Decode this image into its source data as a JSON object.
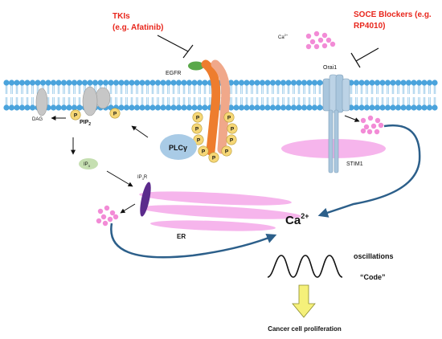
{
  "drugs": {
    "tki": {
      "line1": "TKIs",
      "line2": "(e.g. Afatinib)"
    },
    "soce": {
      "line1": "SOCE Blockers (e.g.",
      "line2": "RP4010)"
    }
  },
  "labels": {
    "egfr": "EGFR",
    "ca_small": "Ca",
    "ca_small_sup": "2+",
    "orai1": "Orai1",
    "dag": "DAG",
    "pip2": "PIP",
    "pip2_sub": "2",
    "plcg": "PLCγ",
    "ip3": "IP",
    "ip3_sub": "3",
    "ip3r": "IP",
    "ip3r_sub": "3",
    "ip3r_tail": "R",
    "stim1": "STIM1",
    "er": "ER",
    "ca_big": "Ca",
    "ca_big_sup": "2+",
    "oscillations": "oscillations",
    "code": "“Code”",
    "outcome": "Cancer cell proliferation",
    "phospho": "P"
  },
  "colors": {
    "drug_text": "#e8261c",
    "membrane": "#4aa3dc",
    "calcium_dots": "#f28bd6",
    "er": "#f6b5ec",
    "egfr_orange": "#ee7d2e",
    "egfr_salmon": "#f0a88a",
    "phospho_fill": "#f6d776",
    "plcg_fill": "#a9cbe6",
    "ip3r": "#5b2a8c",
    "orai_fill": "#a9c6dd",
    "arrow_blue": "#2c5f8a",
    "down_arrow": "#f5f07a"
  }
}
